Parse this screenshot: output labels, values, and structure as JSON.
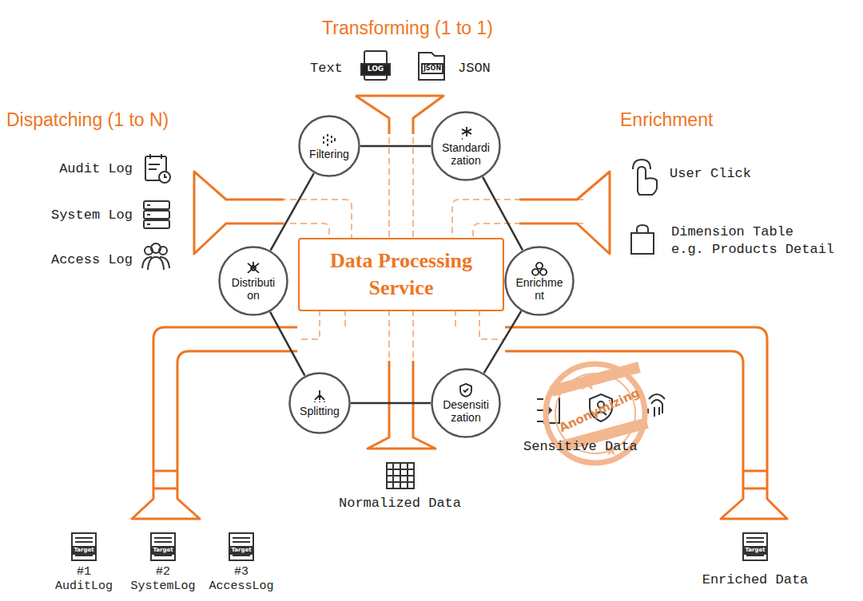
{
  "diagram": {
    "nodes": [
      {
        "text": [
          "Filtering"
        ]
      },
      {
        "text": [
          "Standardization"
        ]
      },
      {
        "text": [
          "Distribution"
        ]
      },
      {
        "text": [
          "Data Processing Service"
        ]
      },
      {
        "text": [
          "Enrichment"
        ]
      },
      {
        "text": [
          "Splitting"
        ]
      },
      {
        "text": [
          "Desensitization"
        ]
      }
    ],
    "edges": [
      {
        "from": 0,
        "to": 1,
        "arrow": "none"
      },
      {
        "from": 1,
        "to": 4,
        "arrow": "none"
      },
      {
        "from": 4,
        "to": 6,
        "arrow": "none"
      },
      {
        "from": 6,
        "to": 5,
        "arrow": "none"
      },
      {
        "from": 5,
        "to": 2,
        "arrow": "none"
      },
      {
        "from": 2,
        "to": 0,
        "arrow": "none"
      }
    ],
    "labels": [
      "Transforming (1 to 1)",
      "Text",
      "LOG",
      "JSON",
      "JSON",
      "Dispatching (1 to N)",
      "Audit Log",
      "System Log",
      "Access Log",
      "Enrichment",
      "User Click",
      "Dimension Table",
      "e.g. Products Detail",
      "Anonymizing",
      "Sensitive Data",
      "Normalized Data",
      "Target",
      "#1 AuditLog",
      "Target",
      "#2 SystemLog",
      "Target",
      "#3 AccessLog",
      "Target",
      "Enriched Data"
    ]
  }
}
